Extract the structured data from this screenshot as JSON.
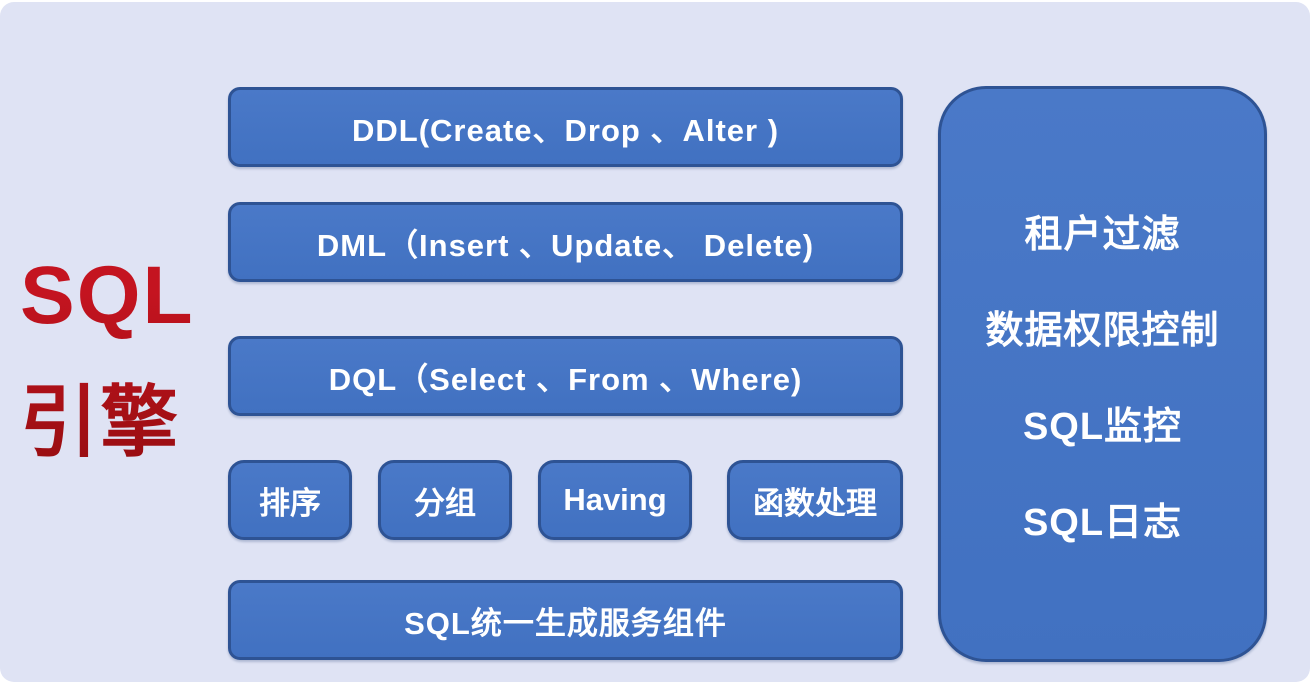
{
  "colors": {
    "canvas_bg": "#dfe3f4",
    "box_fill": "#4171c1",
    "box_border": "#2e5394",
    "box_text": "#ffffff",
    "engine_label_red": "#c41420",
    "engine_label_red_dark": "#9a0e12"
  },
  "engine_label": {
    "line1": "SQL",
    "line2": "引擎"
  },
  "statement_boxes": [
    {
      "label": "DDL(Create、Drop 、Alter )"
    },
    {
      "label": "DML（Insert 、Update、 Delete)"
    },
    {
      "label": "DQL（Select 、From 、Where)"
    }
  ],
  "clause_boxes": [
    {
      "label": "排序"
    },
    {
      "label": "分组"
    },
    {
      "label": "Having"
    },
    {
      "label": "函数处理"
    }
  ],
  "service_box": {
    "label": "SQL统一生成服务组件"
  },
  "governance_panel": {
    "items": [
      {
        "label": "租户过滤"
      },
      {
        "label": "数据权限控制"
      },
      {
        "label": "SQL监控"
      },
      {
        "label": "SQL日志"
      }
    ]
  }
}
